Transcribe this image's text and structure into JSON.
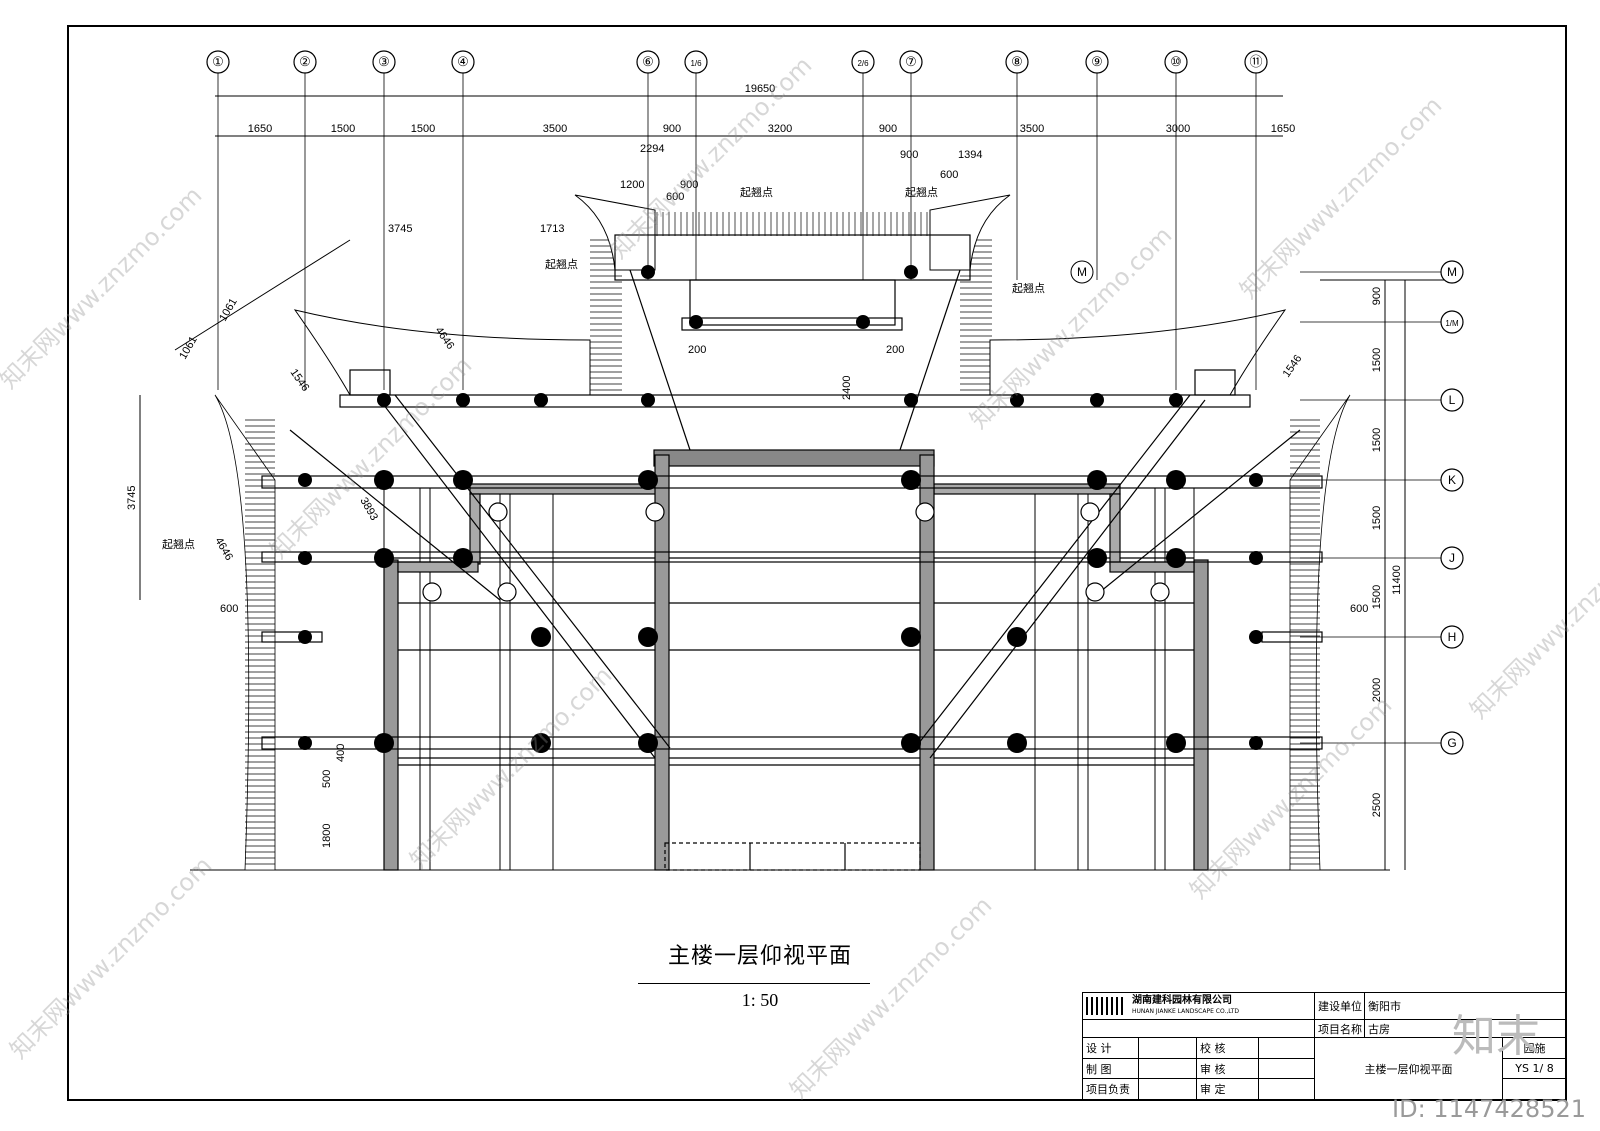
{
  "drawing": {
    "title": "主楼一层仰视平面",
    "scale": "1: 50"
  },
  "axes_top": [
    "①",
    "②",
    "③",
    "④",
    "⑥",
    "1/6",
    "2/6",
    "⑦",
    "⑧",
    "⑨",
    "⑩",
    "⑪"
  ],
  "axes_right": [
    "M",
    "1/M",
    "L",
    "K",
    "J",
    "H",
    "G"
  ],
  "dims_top_total": "19650",
  "dims_top_row": [
    "1650",
    "1500",
    "1500",
    "3500",
    "900",
    "3200",
    "900",
    "3500",
    "3000",
    "1650"
  ],
  "dims_right": [
    "900",
    "1500",
    "1500",
    "1500",
    "1500",
    "2000",
    "2500"
  ],
  "dims_right_total": "11400",
  "annotations": {
    "start_point": "起翘点",
    "d2294": "2294",
    "d1200": "1200",
    "d600": "600",
    "d900": "900",
    "d1394": "1394",
    "d3745": "3745",
    "d1713": "1713",
    "d1061": "1061",
    "d4646": "4646",
    "d1546": "1546",
    "d3893": "3893",
    "d2400": "2400",
    "d200": "200",
    "d1800": "1800",
    "d500": "500",
    "d400": "400"
  },
  "title_block": {
    "company": "湖南建科园林有限公司",
    "company_en": "HUNAN JIANKE LANDSCAPE CO.,LTD",
    "client_label": "建设单位",
    "client_value": "衡阳市",
    "project_label": "项目名称",
    "project_value": "古房",
    "design": "设  计",
    "draw": "制  图",
    "pm": "项目负责",
    "check": "校  核",
    "review": "审  核",
    "approve": "审  定",
    "sheet_title": "主楼一层仰视平面",
    "type": "园施",
    "sheet_no": "YS 1/ 8"
  },
  "watermark": {
    "site": "知末网www.znzmo.com",
    "id": "ID: 1147428521",
    "logo": "知末"
  }
}
